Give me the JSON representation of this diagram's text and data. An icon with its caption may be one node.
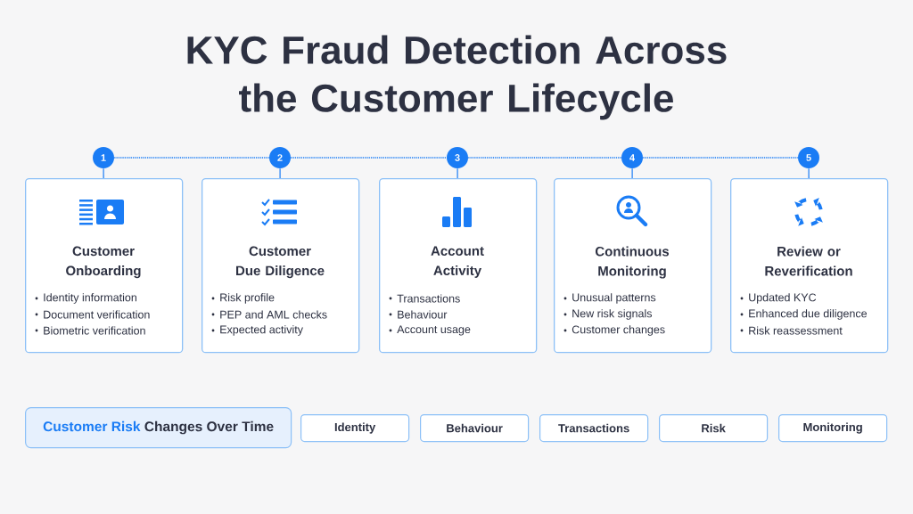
{
  "diagram": {
    "title": "KYC Fraud Detection Across the Customer Lifecycle",
    "nodes": [
      {
        "text": [
          "1"
        ]
      },
      {
        "text": [
          "2"
        ]
      },
      {
        "text": [
          "3"
        ]
      },
      {
        "text": [
          "4"
        ]
      },
      {
        "text": [
          "5"
        ]
      },
      {
        "text": [
          "Customer Onboarding",
          "Identity information",
          "Document verification",
          "Biometric verification"
        ]
      },
      {
        "text": [
          "Customer Due Diligence",
          "Risk profile",
          "PEP and AML checks",
          "Expected activity"
        ]
      },
      {
        "text": [
          "Account Activity",
          "Transactions",
          "Behaviour",
          "Account usage"
        ]
      },
      {
        "text": [
          "Continuous Monitoring",
          "Unusual patterns",
          "New risk signals",
          "Customer changes"
        ]
      },
      {
        "text": [
          "Review or Reverification",
          "Updated KYC",
          "Enhanced due diligence",
          "Risk reassessment"
        ]
      },
      {
        "text": [
          "Customer Risk",
          "Changes Over Time"
        ]
      },
      {
        "text": [
          "Identity"
        ]
      },
      {
        "text": [
          "Behaviour"
        ]
      },
      {
        "text": [
          "Transactions"
        ]
      },
      {
        "text": [
          "Risk"
        ]
      },
      {
        "text": [
          "Monitoring"
        ]
      }
    ],
    "edges": [
      {
        "from": 0,
        "to": 1,
        "arrow": "none",
        "style": "dashed"
      },
      {
        "from": 1,
        "to": 2,
        "arrow": "none",
        "style": "dashed"
      },
      {
        "from": 2,
        "to": 3,
        "arrow": "none",
        "style": "dashed"
      },
      {
        "from": 3,
        "to": 4,
        "arrow": "none",
        "style": "dashed"
      },
      {
        "from": 0,
        "to": 5,
        "arrow": "none"
      },
      {
        "from": 1,
        "to": 6,
        "arrow": "none"
      },
      {
        "from": 2,
        "to": 7,
        "arrow": "none"
      },
      {
        "from": 3,
        "to": 8,
        "arrow": "none"
      },
      {
        "from": 4,
        "to": 9,
        "arrow": "none"
      }
    ]
  }
}
